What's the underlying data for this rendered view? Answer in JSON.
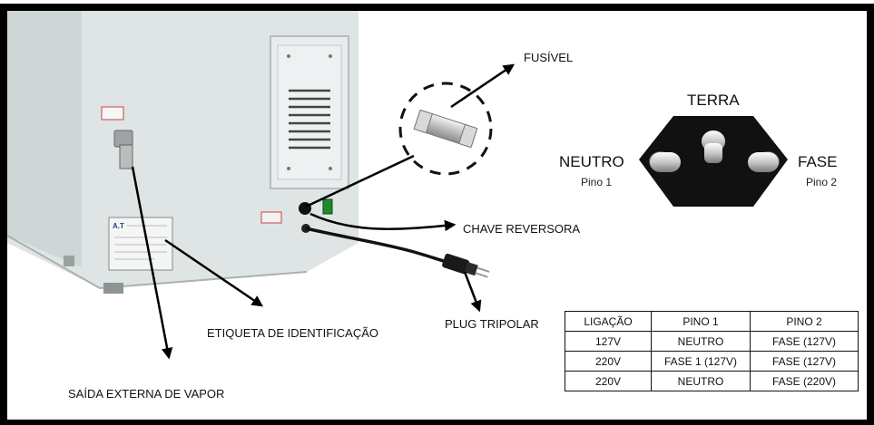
{
  "labels": {
    "fusivel": "FUSÍVEL",
    "chave_reversora": "CHAVE REVERSORA",
    "plug_tripolar": "PLUG TRIPOLAR",
    "etiqueta": "ETIQUETA DE IDENTIFICAÇÃO",
    "saida_vapor": "SAÍDA EXTERNA DE VAPOR"
  },
  "plug_diagram": {
    "terra": "TERRA",
    "neutro": "NEUTRO",
    "neutro_pino": "Pino 1",
    "fase": "FASE",
    "fase_pino": "Pino 2"
  },
  "table": {
    "headers": [
      "LIGAÇÃO",
      "PINO 1",
      "PINO 2"
    ],
    "rows": [
      [
        "127V",
        "NEUTRO",
        "FASE (127V)"
      ],
      [
        "220V",
        "FASE 1 (127V)",
        "FASE (127V)"
      ],
      [
        "220V",
        "NEUTRO",
        "FASE (220V)"
      ]
    ]
  },
  "colors": {
    "cabinet": "#dfe4e4",
    "cabinet_side": "#c9cfcf",
    "plug_body": "#111111",
    "frame": "#000000"
  }
}
